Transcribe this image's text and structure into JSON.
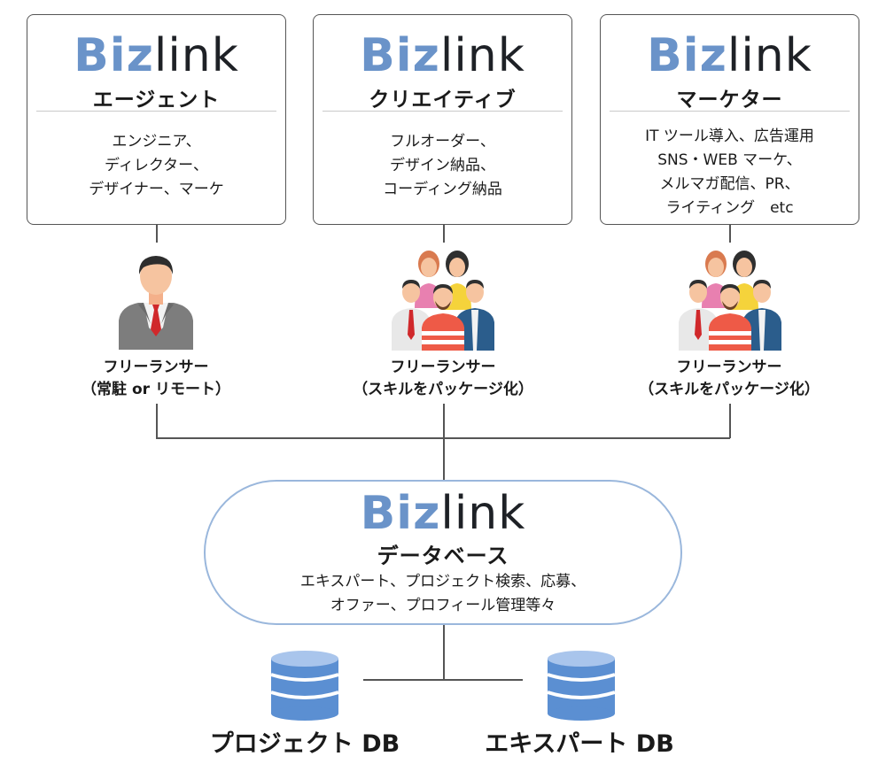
{
  "cards": [
    {
      "logo": {
        "biz": "Biz",
        "link": "link"
      },
      "subtitle": "エージェント",
      "lines": [
        "エンジニア、",
        "ディレクター、",
        "デザイナー、マーケ"
      ]
    },
    {
      "logo": {
        "biz": "Biz",
        "link": "link"
      },
      "subtitle": "クリエイティブ",
      "lines": [
        "フルオーダー、",
        "デザイン納品、",
        "コーディング納品"
      ]
    },
    {
      "logo": {
        "biz": "Biz",
        "link": "link"
      },
      "subtitle": "マーケター",
      "lines": [
        "IT ツール導入、広告運用",
        "SNS・WEB マーケ、",
        "メルマガ配信、PR、",
        "ライティング　etc"
      ]
    }
  ],
  "freelancers": [
    {
      "line1": "フリーランサー",
      "line2": "（常駐 or リモート）",
      "icon": "single-person-icon"
    },
    {
      "line1": "フリーランサー",
      "line2": "（スキルをパッケージ化）",
      "icon": "team-icon"
    },
    {
      "line1": "フリーランサー",
      "line2": "（スキルをパッケージ化）",
      "icon": "team-icon"
    }
  ],
  "database": {
    "logo": {
      "biz": "Biz",
      "link": "link"
    },
    "title": "データベース",
    "lines": [
      "エキスパート、プロジェクト検索、応募、",
      "オファー、プロフィール管理等々"
    ]
  },
  "dbs": [
    {
      "label": "プロジェクト DB",
      "icon": "database-icon"
    },
    {
      "label": "エキスパート DB",
      "icon": "database-icon"
    }
  ],
  "colors": {
    "brand_blue": "#6a93c9",
    "db_blue": "#5b8fd2",
    "db_light": "#a9c5ec"
  }
}
